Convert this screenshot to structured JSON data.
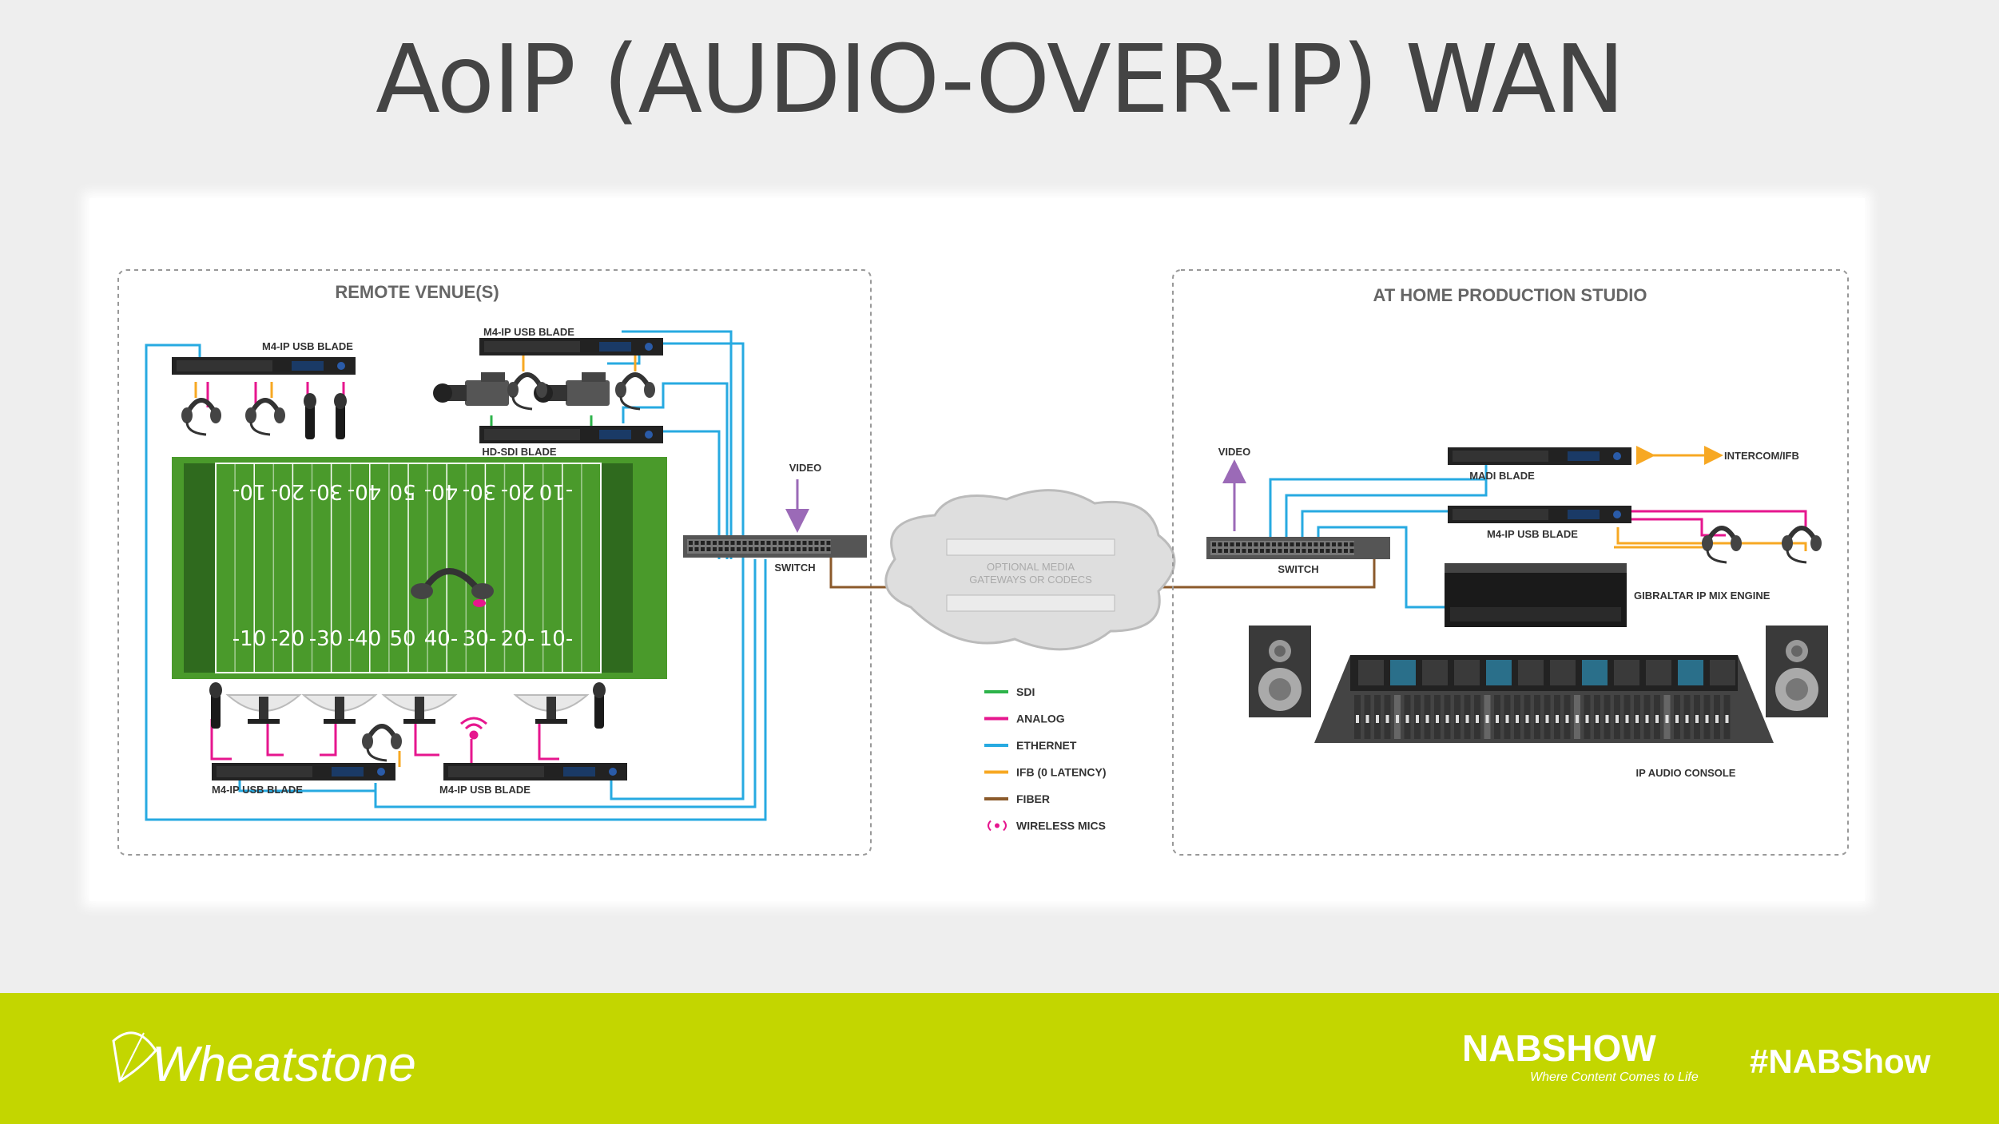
{
  "title": "AoIP (AUDIO-OVER-IP) WAN",
  "colors": {
    "sdi": "#2db34a",
    "analog": "#e6168e",
    "ethernet": "#27aae1",
    "ifb": "#f7a823",
    "fiber": "#8b5a2b",
    "wireless": "#e6168e",
    "video_arrow": "#9b6ab7",
    "field": "#4a9a2b",
    "footer": "#c3d600"
  },
  "remote": {
    "title": "REMOTE VENUE(S)",
    "blade_top_left": "M4-IP USB BLADE",
    "blade_top_right": "M4-IP USB BLADE",
    "hdsdi_blade": "HD-SDI BLADE",
    "blade_bottom_left": "M4-IP USB BLADE",
    "blade_bottom_right": "M4-IP USB BLADE",
    "yard_top": [
      "10-",
      "20-",
      "30-",
      "40-",
      "50",
      "40-",
      "30-",
      "20-",
      "-10"
    ],
    "yard_bottom": [
      "-10",
      "-20",
      "-30",
      "-40",
      "50",
      "40-",
      "30-",
      "20-",
      "10-"
    ]
  },
  "middle": {
    "video_label": "VIDEO",
    "switch_label": "SWITCH",
    "cloud_line1": "OPTIONAL MEDIA",
    "cloud_line2": "GATEWAYS OR CODECS"
  },
  "legend": [
    {
      "label": "SDI",
      "color": "#2db34a"
    },
    {
      "label": "ANALOG",
      "color": "#e6168e"
    },
    {
      "label": "ETHERNET",
      "color": "#27aae1"
    },
    {
      "label": "IFB (0 LATENCY)",
      "color": "#f7a823"
    },
    {
      "label": "FIBER",
      "color": "#8b5a2b"
    },
    {
      "label": "WIRELESS MICS",
      "color": "#e6168e",
      "icon": "wireless-icon"
    }
  ],
  "studio": {
    "title": "AT HOME PRODUCTION STUDIO",
    "video_label": "VIDEO",
    "switch_label": "SWITCH",
    "madi_blade": "MADI BLADE",
    "intercom": "INTERCOM/IFB",
    "m4_blade": "M4-IP USB BLADE",
    "mix_engine": "GIBRALTAR IP MIX ENGINE",
    "console": "IP AUDIO CONSOLE"
  },
  "footer": {
    "brand": "Wheatstone",
    "nab_logo": "NABSHOW",
    "nab_tagline": "Where Content Comes to Life",
    "hashtag": "#NABShow"
  }
}
